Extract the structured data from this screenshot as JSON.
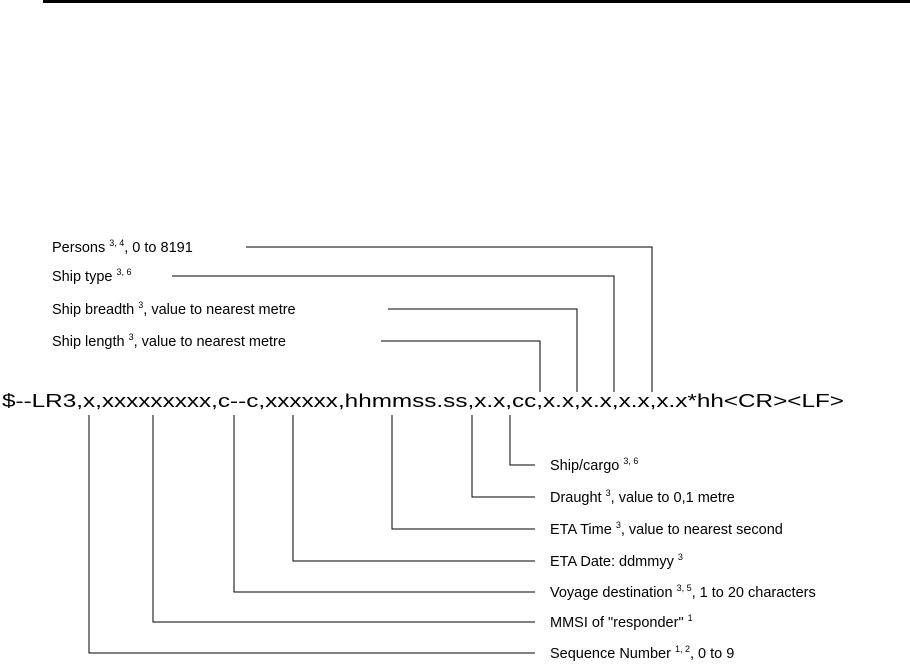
{
  "sentence": "$--LR3,x,xxxxxxxxx,c--c,xxxxxx,hhmmss.ss,x.x,cc,x.x,x.x,x.x,x.x*hh<CR><LF>",
  "upper_labels": [
    {
      "text": "Persons",
      "sup": "3, 4",
      "rest": ", 0 to 8191"
    },
    {
      "text": "Ship type",
      "sup": "3, 6",
      "rest": ""
    },
    {
      "text": "Ship breadth",
      "sup": "3",
      "rest": ", value to nearest metre"
    },
    {
      "text": "Ship length",
      "sup": "3",
      "rest": ", value to nearest metre"
    }
  ],
  "lower_labels": [
    {
      "text": "Ship/cargo",
      "sup": "3, 6",
      "rest": ""
    },
    {
      "text": "Draught",
      "sup": "3",
      "rest": ", value to 0,1 metre"
    },
    {
      "text": "ETA Time",
      "sup": "3",
      "rest": ", value to nearest second"
    },
    {
      "text": "ETA Date: ddmmyy",
      "sup": "3",
      "rest": ""
    },
    {
      "text": "Voyage destination",
      "sup": "3, 5",
      "rest": ", 1 to 20 characters"
    },
    {
      "text": "MMSI of \"responder\"",
      "sup": "1",
      "rest": ""
    },
    {
      "text": "Sequence Number",
      "sup": "1, 2",
      "rest": ", 0 to 9"
    }
  ]
}
